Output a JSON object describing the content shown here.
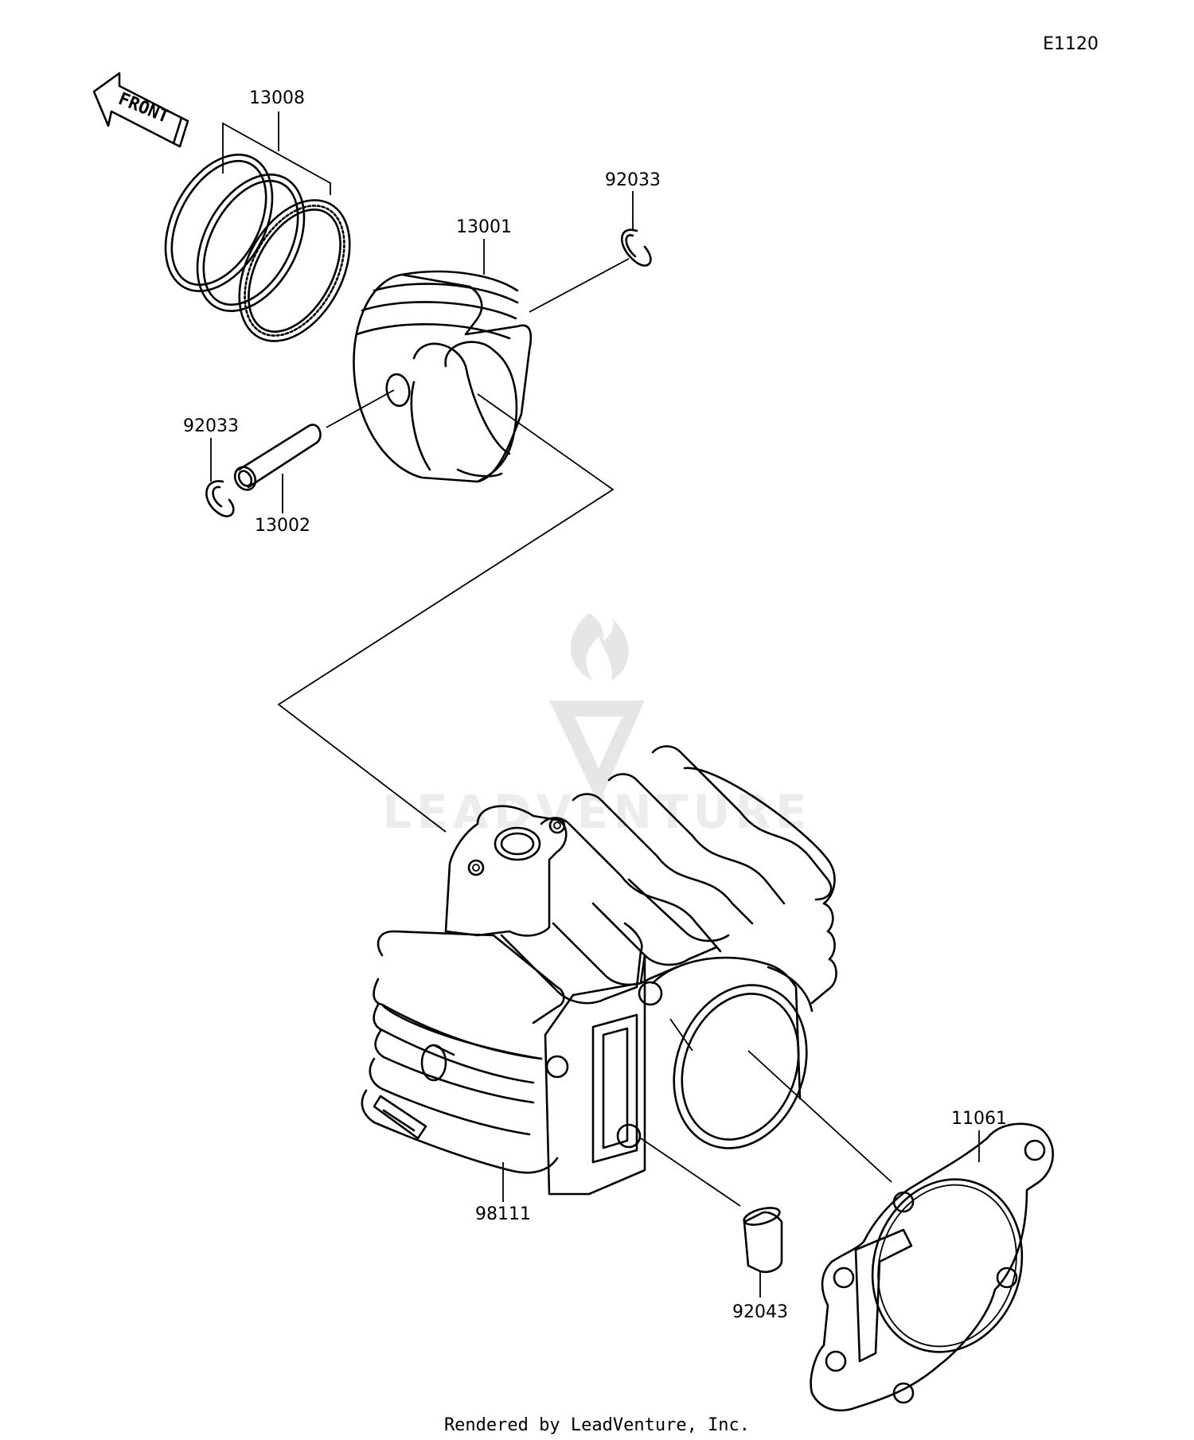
{
  "diagram_id": "E1120",
  "front_label": "FRONT",
  "watermark_text": "LEADVENTURE",
  "credit": "Rendered by LeadVenture, Inc.",
  "parts": [
    {
      "number": "13008",
      "name_key": "piston-ring-set"
    },
    {
      "number": "92033",
      "name_key": "circlip-right"
    },
    {
      "number": "13001",
      "name_key": "piston"
    },
    {
      "number": "92033",
      "name_key": "circlip-left"
    },
    {
      "number": "13002",
      "name_key": "piston-pin"
    },
    {
      "number": "11061",
      "name_key": "cylinder-gasket"
    },
    {
      "number": "98111",
      "name_key": "cylinder"
    },
    {
      "number": "92043",
      "name_key": "dowel-pin"
    }
  ]
}
